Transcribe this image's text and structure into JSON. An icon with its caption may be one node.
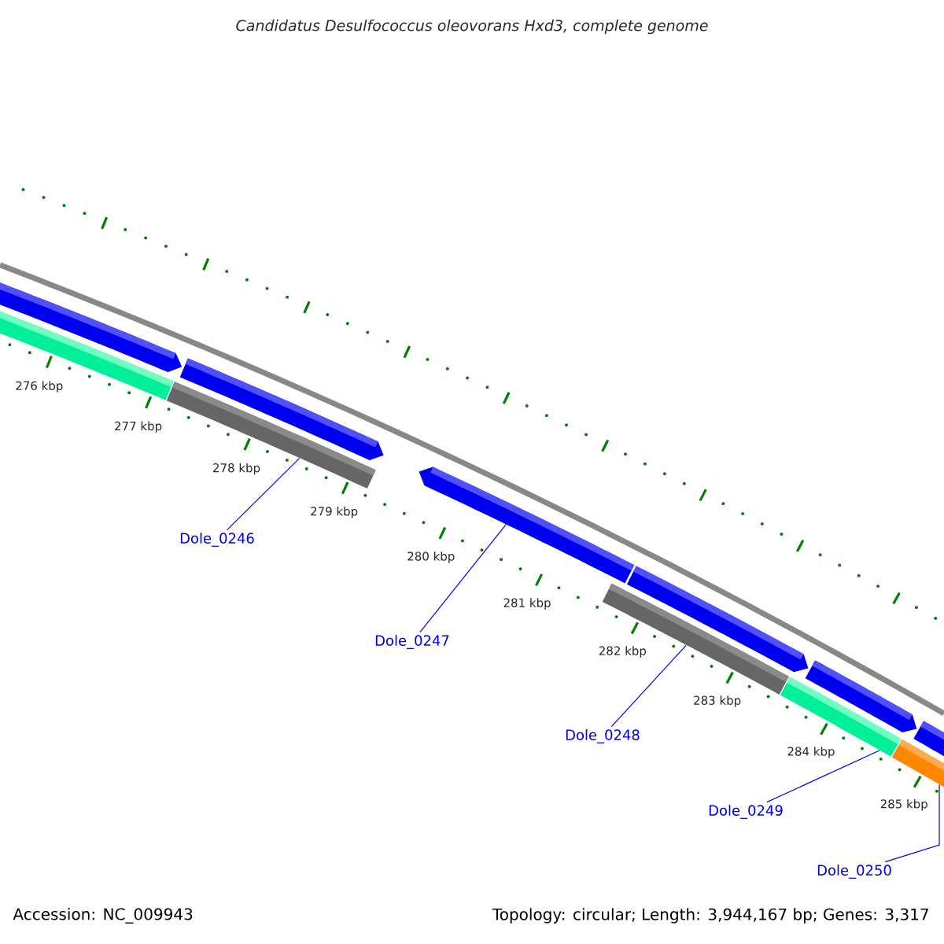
{
  "diagram": {
    "title": "Candidatus Desulfococcus oleovorans Hxd3, complete genome",
    "nodes": [
      {
        "text": [],
        "shape": "arrow"
      },
      {
        "text": [],
        "shape": "bar"
      },
      {
        "text": [],
        "shape": "arrow"
      },
      {
        "text": [],
        "shape": "bar"
      },
      {
        "text": [
          "Dole_0246"
        ]
      },
      {
        "text": [],
        "shape": "arrow"
      },
      {
        "text": [
          "Dole_0247"
        ]
      },
      {
        "text": [],
        "shape": "arrow"
      },
      {
        "text": [],
        "shape": "bar"
      },
      {
        "text": [
          "Dole_0248"
        ]
      },
      {
        "text": [],
        "shape": "arrow"
      },
      {
        "text": [],
        "shape": "bar"
      },
      {
        "text": [
          "Dole_0249"
        ]
      },
      {
        "text": [],
        "shape": "arrow"
      },
      {
        "text": [],
        "shape": "bar"
      },
      {
        "text": [
          "Dole_0250"
        ]
      }
    ],
    "edges": [
      {
        "from": 4,
        "to": 3,
        "arrow": "none"
      },
      {
        "from": 6,
        "to": 5,
        "arrow": "none"
      },
      {
        "from": 9,
        "to": 8,
        "arrow": "none"
      },
      {
        "from": 12,
        "to": 11,
        "arrow": "none"
      },
      {
        "from": 15,
        "to": 14,
        "arrow": "none"
      }
    ],
    "labels": [
      "276 kbp",
      "277 kbp",
      "278 kbp",
      "279 kbp",
      "280 kbp",
      "281 kbp",
      "282 kbp",
      "283 kbp",
      "284 kbp",
      "285 kbp",
      "Accession: NC_009943",
      "Topology: circular; Length: 3,944,167 bp; Genes: 3,317"
    ]
  }
}
